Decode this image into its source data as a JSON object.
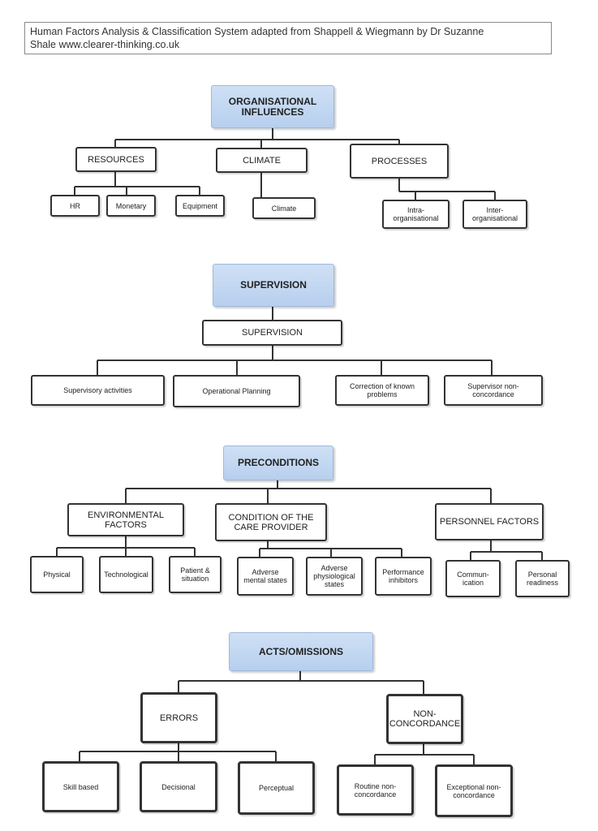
{
  "header": {
    "line1": "Human Factors Analysis & Classification System adapted from Shappell & Wiegmann by Dr Suzanne",
    "line2": "Shale www.clearer-thinking.co.uk"
  },
  "organisational": {
    "title": "ORGANISATIONAL INFLUENCES",
    "resources": "RESOURCES",
    "climate": "CLIMATE",
    "processes": "PROCESSES",
    "hr": "HR",
    "monetary": "Monetary",
    "equipment": "Equipment",
    "climate_child": "Climate",
    "intra": "Intra-organisational",
    "inter": "Inter-organisational"
  },
  "supervision": {
    "title": "SUPERVISION",
    "sub": "SUPERVISION",
    "activities": "Supervisory activities",
    "planning": "Operational Planning",
    "correction": "Correction of known problems",
    "non_concordance": "Supervisor non-concordance"
  },
  "preconditions": {
    "title": "PRECONDITIONS",
    "environmental": "ENVIRONMENTAL FACTORS",
    "condition": "CONDITION OF THE CARE PROVIDER",
    "personnel": "PERSONNEL FACTORS",
    "physical": "Physical",
    "technological": "Technological",
    "patient": "Patient & situation",
    "adverse_mental": "Adverse mental states",
    "adverse_physio": "Adverse physiological states",
    "performance": "Performance inhibitors",
    "communication": "Commun-ication",
    "readiness": "Personal readiness"
  },
  "acts": {
    "title": "ACTS/OMISSIONS",
    "errors": "ERRORS",
    "non_concordance": "NON-CONCORDANCE",
    "skill": "Skill based",
    "decisional": "Decisional",
    "perceptual": "Perceptual",
    "routine": "Routine non-concordance",
    "exceptional": "Exceptional non-concordance"
  }
}
